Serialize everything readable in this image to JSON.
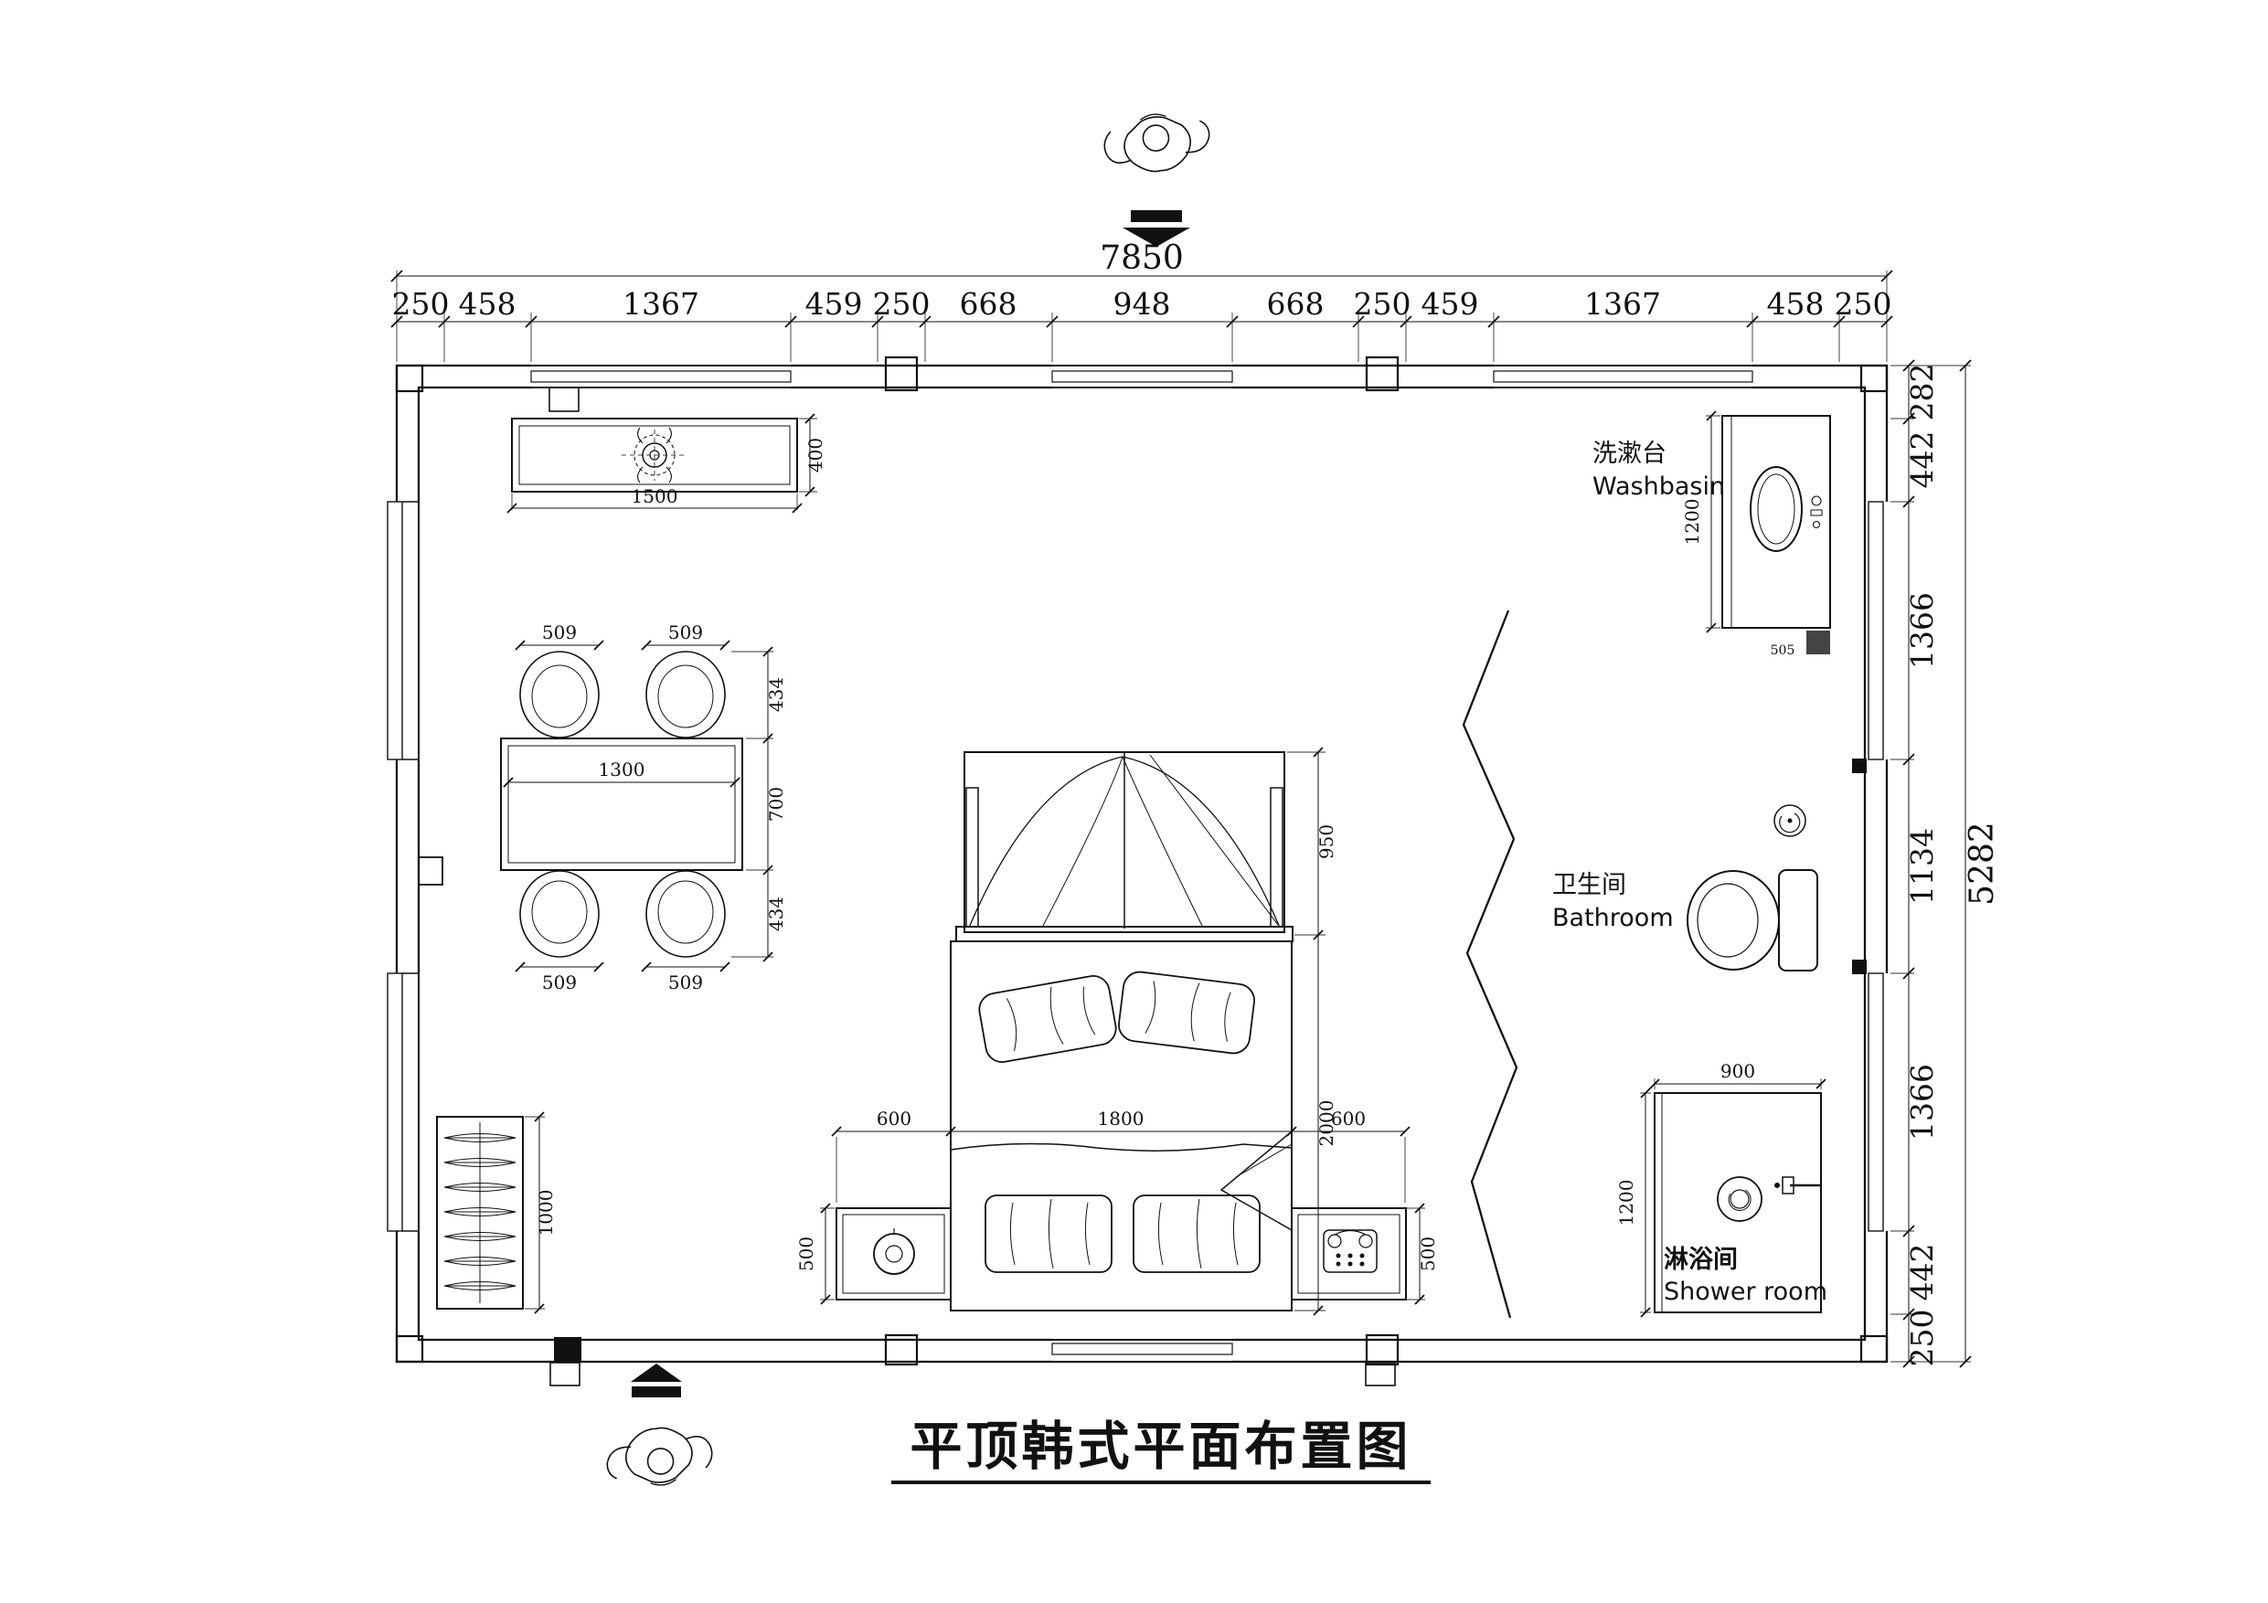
{
  "title": "平顶韩式平面布置图",
  "top_dims": {
    "total": "7850",
    "segments": [
      "250",
      "458",
      "1367",
      "459",
      "250",
      "668",
      "948",
      "668",
      "250",
      "459",
      "1367",
      "458",
      "250"
    ]
  },
  "right_dims": {
    "total": "5282",
    "segments": [
      "282",
      "442",
      "1366",
      "1134",
      "1366",
      "442",
      "250"
    ]
  },
  "rooms": {
    "washbasin_zh": "洗漱台",
    "washbasin_en": "Washbasin",
    "bathroom_zh": "卫生间",
    "bathroom_en": "Bathroom",
    "shower_zh": "淋浴间",
    "shower_en": "Shower room"
  },
  "furniture_dims": {
    "tv_width": "1500",
    "tv_depth": "400",
    "chair_w": "509",
    "chair_d": "434",
    "table_w": "1300",
    "table_d": "700",
    "wardrobe_len": "1000",
    "bed_side": "600",
    "bed_width": "1800",
    "bed_canopy": "950",
    "bed_length": "2000",
    "nightstand": "500",
    "basin_counter": "1200",
    "basin_w": "505",
    "shower_w": "900",
    "shower_d": "1200"
  }
}
